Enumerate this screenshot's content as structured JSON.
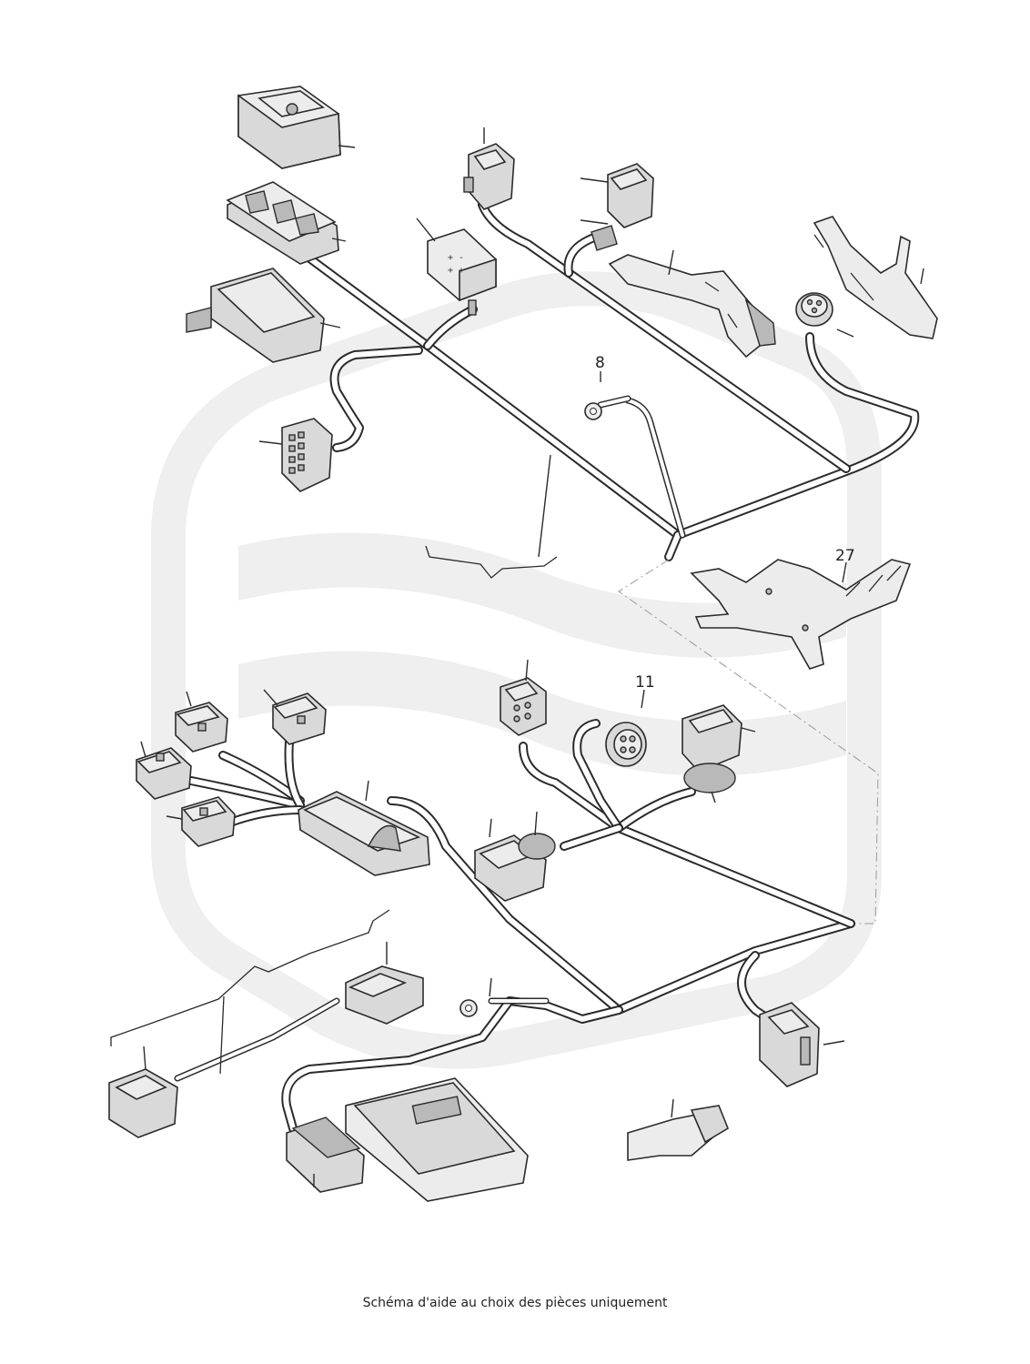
{
  "diagram": {
    "callouts": {
      "c8": "8",
      "c11": "11",
      "c27": "27"
    },
    "colors": {
      "wire": "#ffffff",
      "outline": "#2b2b2b",
      "part_fill": "#d9d9d9",
      "part_shade": "#b9b9b9",
      "watermark": "#eeeeee",
      "dashed_line": "#9a9a9a"
    }
  },
  "caption": "Schéma d'aide au choix des pièces uniquement"
}
